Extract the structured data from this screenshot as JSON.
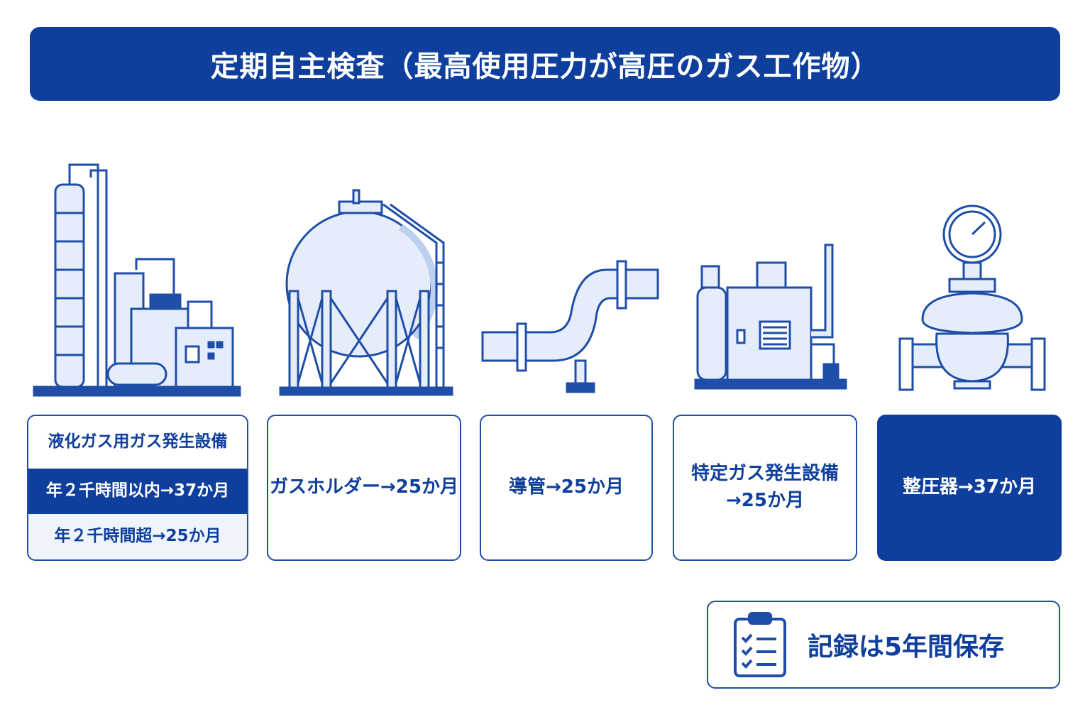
{
  "title": "定期自主検査（最高使用圧力が高圧のガス工作物）",
  "equipment": [
    {
      "icon": "gas-plant-icon",
      "label": "液化ガス用ガス発生設備",
      "rows": [
        "年２千時間以内→37か月",
        "年２千時間超→25か月"
      ]
    },
    {
      "icon": "gas-holder-icon",
      "label": "ガスホルダー→25か月"
    },
    {
      "icon": "pipeline-icon",
      "label": "導管→25か月"
    },
    {
      "icon": "gas-generator-icon",
      "label_line1": "特定ガス発生設備",
      "label_line2": "→25か月"
    },
    {
      "icon": "pressure-regulator-icon",
      "label": "整圧器→37か月"
    }
  ],
  "record": {
    "icon": "clipboard-checklist-icon",
    "label": "記録は5年間保存"
  },
  "colors": {
    "primary": "#0f3f9c",
    "line": "#1f4ea8",
    "fill": "#e6edfa"
  }
}
